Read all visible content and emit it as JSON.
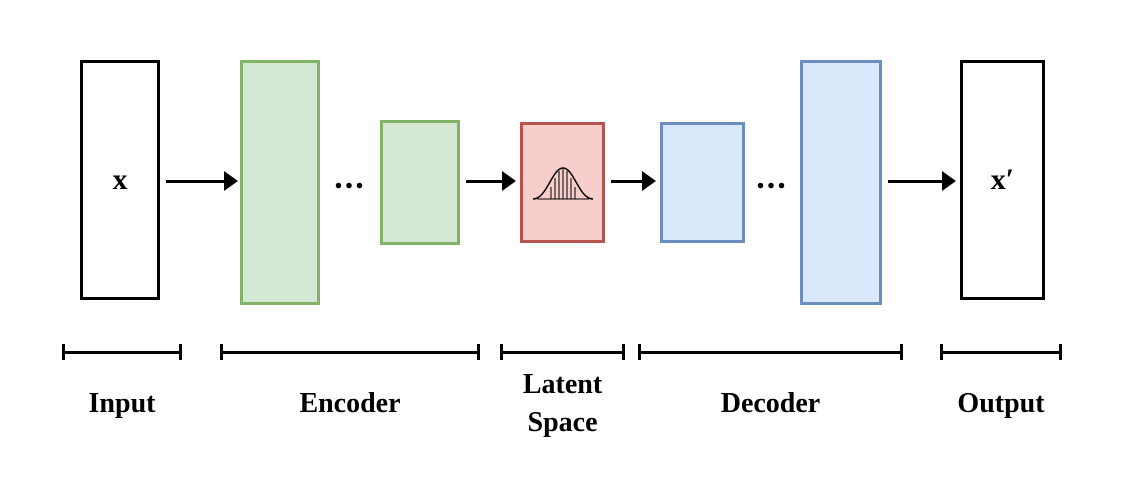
{
  "boxes": {
    "input": {
      "label": "x"
    },
    "output": {
      "label": "x′"
    }
  },
  "dots": {
    "encoder": "...",
    "decoder": "..."
  },
  "groups": {
    "input": "Input",
    "encoder": "Encoder",
    "latent": "Latent Space",
    "decoder": "Decoder",
    "output": "Output"
  },
  "icons": {
    "latent": "gaussian-distribution-icon"
  },
  "colors": {
    "encoder_fill": "#d5e8d4",
    "encoder_border": "#82b366",
    "latent_fill": "#f8cecc",
    "latent_border": "#b85450",
    "decoder_fill": "#dae8fc",
    "decoder_border": "#6c8ebf",
    "line": "#000000",
    "background": "#ffffff"
  }
}
